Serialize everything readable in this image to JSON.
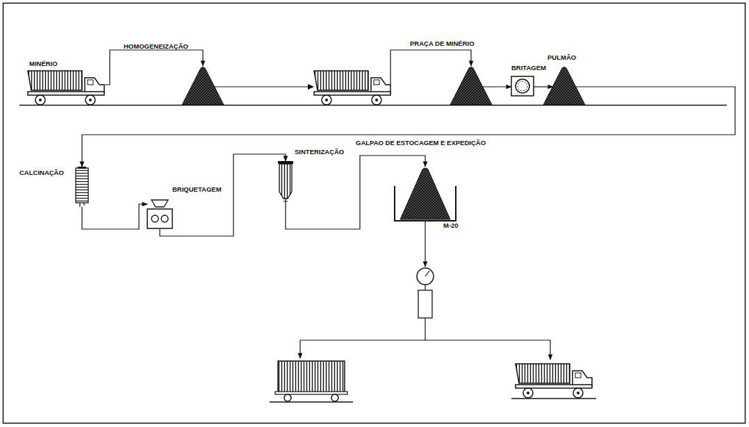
{
  "diagram": {
    "nodes": [
      {
        "text": [
          "MINÉRIO"
        ]
      },
      {
        "text": [
          "HOMOGENEIZAÇÃO"
        ]
      },
      {
        "text": [
          "PRAÇA DE MINÉRIO"
        ]
      },
      {
        "text": [
          "BRITAGEM"
        ]
      },
      {
        "text": [
          "PULMÃO"
        ]
      },
      {
        "text": [
          "CALCINAÇÃO"
        ]
      },
      {
        "text": [
          "BRIQUETAGEM"
        ]
      },
      {
        "text": [
          "SINTERIZAÇÃO"
        ]
      },
      {
        "text": [
          "GALPAO DE ESTOCAGEM E EXPEDIÇÃO",
          "M-20"
        ]
      }
    ],
    "edges": [
      {
        "from": 0,
        "to": 1,
        "arrow": "to"
      },
      {
        "from": 1,
        "to": 2,
        "arrow": "to"
      },
      {
        "from": 2,
        "to": 3,
        "arrow": "to"
      },
      {
        "from": 3,
        "to": 4,
        "arrow": "to"
      },
      {
        "from": 4,
        "to": 5,
        "arrow": "to"
      },
      {
        "from": 5,
        "to": 6,
        "arrow": "to"
      },
      {
        "from": 6,
        "to": 7,
        "arrow": "to"
      },
      {
        "from": 7,
        "to": 8,
        "arrow": "to"
      }
    ]
  }
}
